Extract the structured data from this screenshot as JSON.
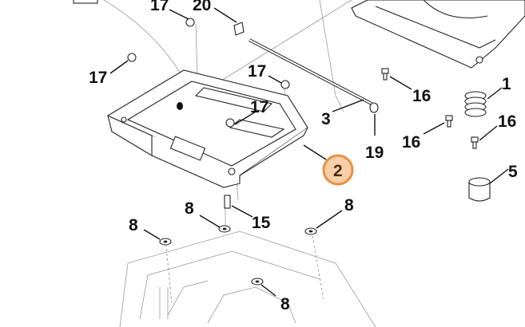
{
  "callouts": [
    {
      "id": "17a",
      "label": "17"
    },
    {
      "id": "20",
      "label": "20"
    },
    {
      "id": "17b",
      "label": "17"
    },
    {
      "id": "17c",
      "label": "17"
    },
    {
      "id": "17d",
      "label": "17"
    },
    {
      "id": "3",
      "label": "3"
    },
    {
      "id": "19",
      "label": "19"
    },
    {
      "id": "16a",
      "label": "16"
    },
    {
      "id": "1",
      "label": "1"
    },
    {
      "id": "16b",
      "label": "16"
    },
    {
      "id": "16c",
      "label": "16"
    },
    {
      "id": "5",
      "label": "5"
    },
    {
      "id": "2",
      "label": "2",
      "highlighted": true
    },
    {
      "id": "8a",
      "label": "8"
    },
    {
      "id": "8b",
      "label": "8"
    },
    {
      "id": "15",
      "label": "15"
    },
    {
      "id": "8c",
      "label": "8"
    },
    {
      "id": "8d",
      "label": "8"
    }
  ],
  "highlight": {
    "fill": "#f9cfa8",
    "stroke": "#e8913f",
    "text": "#4a2a10"
  }
}
